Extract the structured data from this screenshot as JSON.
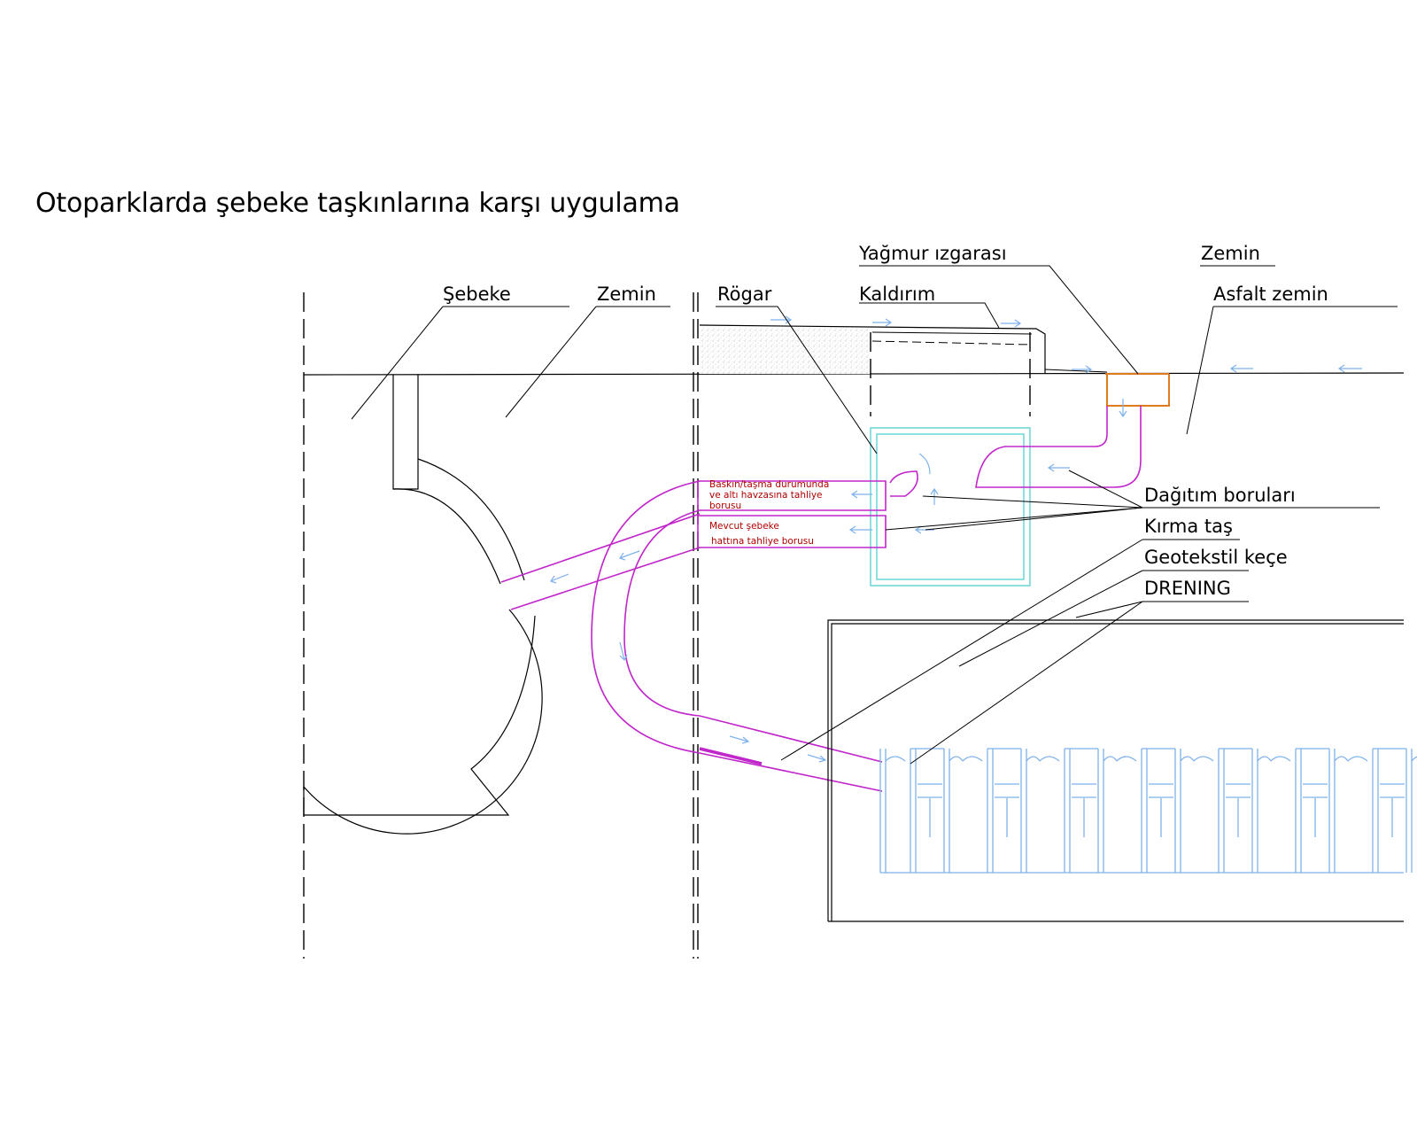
{
  "title": "Otoparklarda şebeke taşkınlarına karşı uygulama",
  "labels": {
    "sebeke": "Şebeke",
    "zemin_left": "Zemin",
    "rogar": "Rögar",
    "kaldirim": "Kaldırım",
    "yagmur_izgarasi": "Yağmur ızgarası",
    "zemin_right": "Zemin",
    "asfalt_zemin": "Asfalt zemin",
    "dagitim_borulari": "Dağıtım boruları",
    "kirma_tas": "Kırma taş",
    "geotekstil_kece": "Geotekstil keçe",
    "drening": "DRENING"
  },
  "notes": {
    "baskin_line1": "Baskın/taşma durumunda",
    "baskin_line2": "ve altı havzasına tahliye",
    "baskin_line3": "borusu",
    "mevcut_line1": "Mevcut şebeke",
    "mevcut_line2": "hattına tahliye borusu"
  },
  "colors": {
    "outline": "#000000",
    "pipe": "#c026c9",
    "manhole": "#5fd3d6",
    "grate": "#e07a1a",
    "drainage_module": "#7fb2ea",
    "note_text": "#b00000"
  }
}
